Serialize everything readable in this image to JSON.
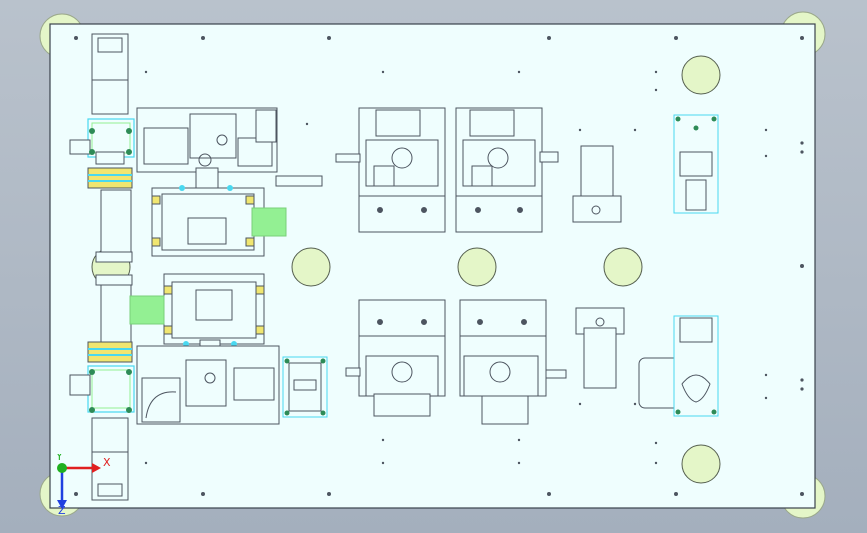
{
  "viewport": {
    "background_top": "#b9c2cc",
    "background_bottom": "#a4afbd",
    "plate_fill": "#effefe",
    "line_color": "#4d5560",
    "green": "#93f093",
    "cyan": "#48d8f0",
    "yellow": "#f0e670",
    "pad_fill": "#e4f6c8"
  },
  "triad": {
    "x_label": "X",
    "y_label": "Y",
    "z_label": "Z",
    "x_color": "#e02020",
    "y_color": "#20b020",
    "z_color": "#2040e0"
  }
}
